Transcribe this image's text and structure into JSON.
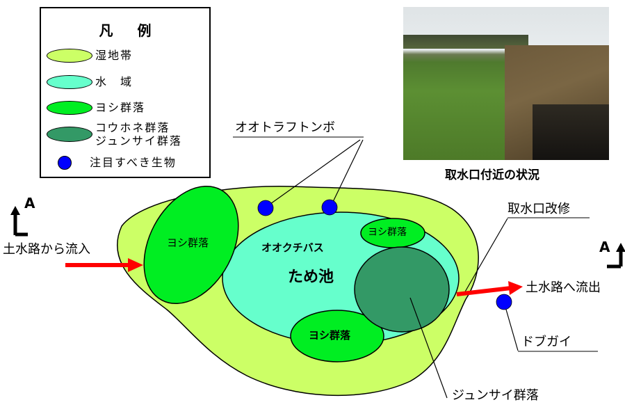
{
  "legend": {
    "title": "凡 例",
    "items": [
      {
        "label": "湿地帯",
        "color": "#ccff66"
      },
      {
        "label": "水　域",
        "color": "#66ffcc"
      },
      {
        "label": "ヨシ群落",
        "color": "#00ee22"
      },
      {
        "label": "コウホネ群落\nジュンサイ群落",
        "color": "#339966"
      }
    ],
    "notable_label": "注目すべき生物",
    "notable_color": "#0000ff"
  },
  "photo_caption": "取水口付近の状況",
  "section_marker": "A",
  "labels": {
    "inflow": "土水路から流入",
    "outflow": "土水路へ流出",
    "dragonfly": "オオトラフトンボ",
    "intake_repair": "取水口改修",
    "goby": "ドブガイ",
    "junsai": "ジュンサイ群落",
    "reed_left": "ヨシ群落",
    "reed_top_right": "ヨシ群落",
    "reed_bottom": "ヨシ群落",
    "bass": "オオクチバス",
    "pond": "ため池"
  },
  "colors": {
    "wetland": "#ccff66",
    "water": "#66ffcc",
    "reed": "#00ee22",
    "lotus": "#339966",
    "flow_arrow": "#ff0000",
    "organism": "#0000ff"
  }
}
